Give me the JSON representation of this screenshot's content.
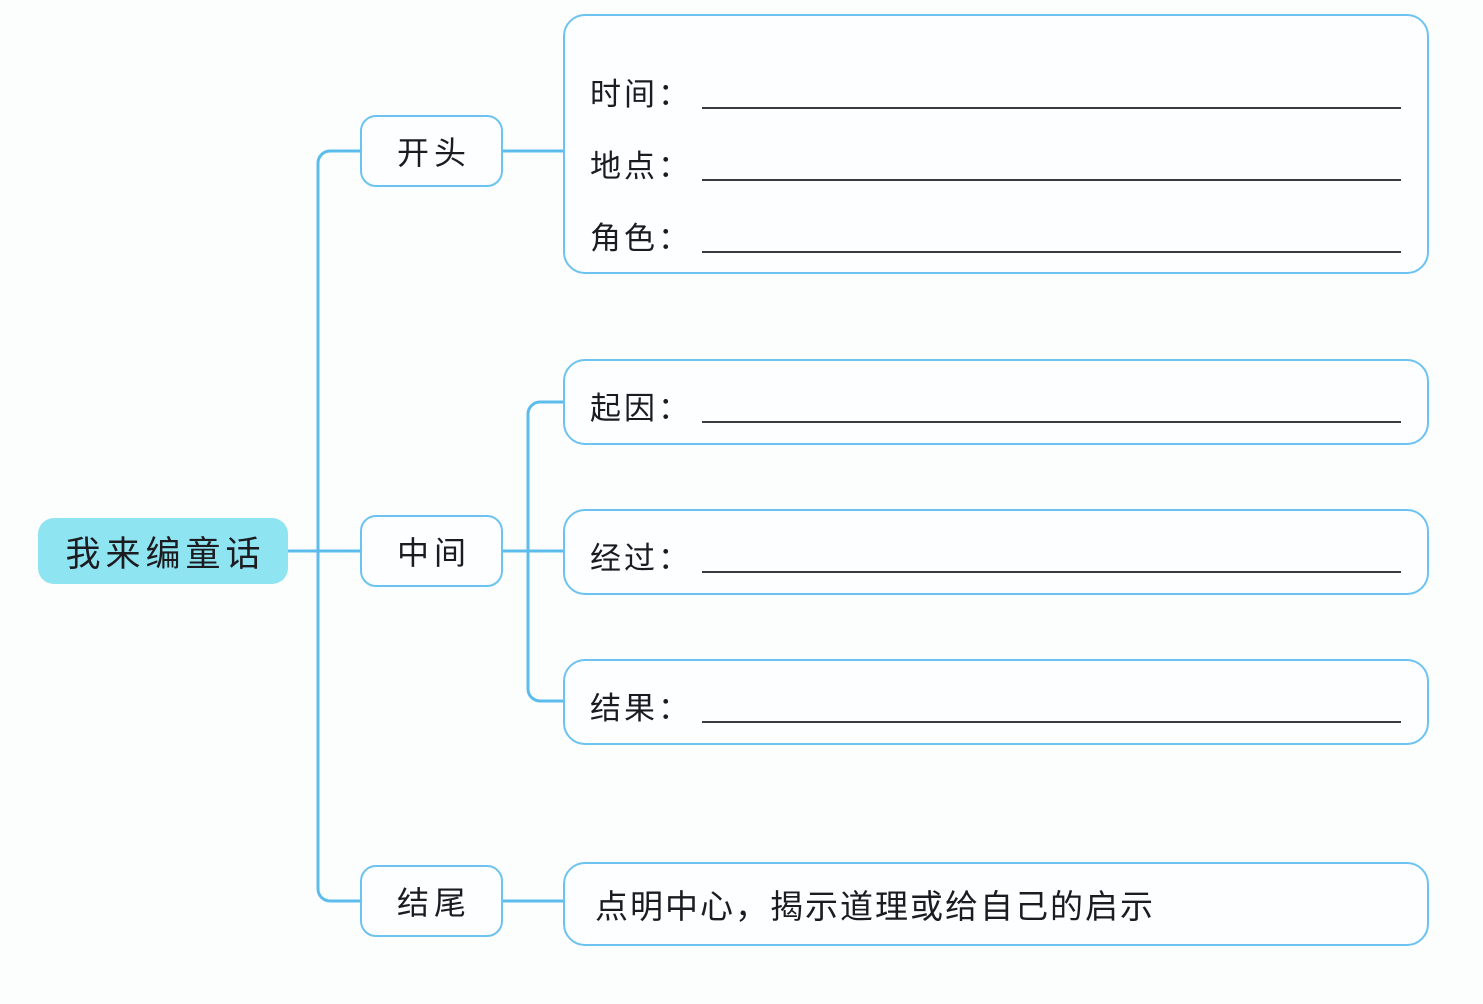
{
  "diagram": {
    "type": "mind-map",
    "title": "我来编童话",
    "accent_color": "#6cc3ef",
    "root_highlight_color": "#8fe4f2",
    "blank_line_color": "#3a3a3e",
    "background_color": "#fcfdfd",
    "root": {
      "label": "我来编童话"
    },
    "branches": [
      {
        "id": "beginning",
        "label": "开头",
        "content_type": "fill-in-rows",
        "rows": [
          {
            "label": "时间：",
            "value": ""
          },
          {
            "label": "地点：",
            "value": ""
          },
          {
            "label": "角色：",
            "value": ""
          }
        ]
      },
      {
        "id": "middle",
        "label": "中间",
        "content_type": "fill-in-rows",
        "rows": [
          {
            "label": "起因：",
            "value": ""
          },
          {
            "label": "经过：",
            "value": ""
          },
          {
            "label": "结果：",
            "value": ""
          }
        ]
      },
      {
        "id": "ending",
        "label": "结尾",
        "content_type": "text",
        "text": "点明中心，揭示道理或给自己的启示"
      }
    ]
  }
}
